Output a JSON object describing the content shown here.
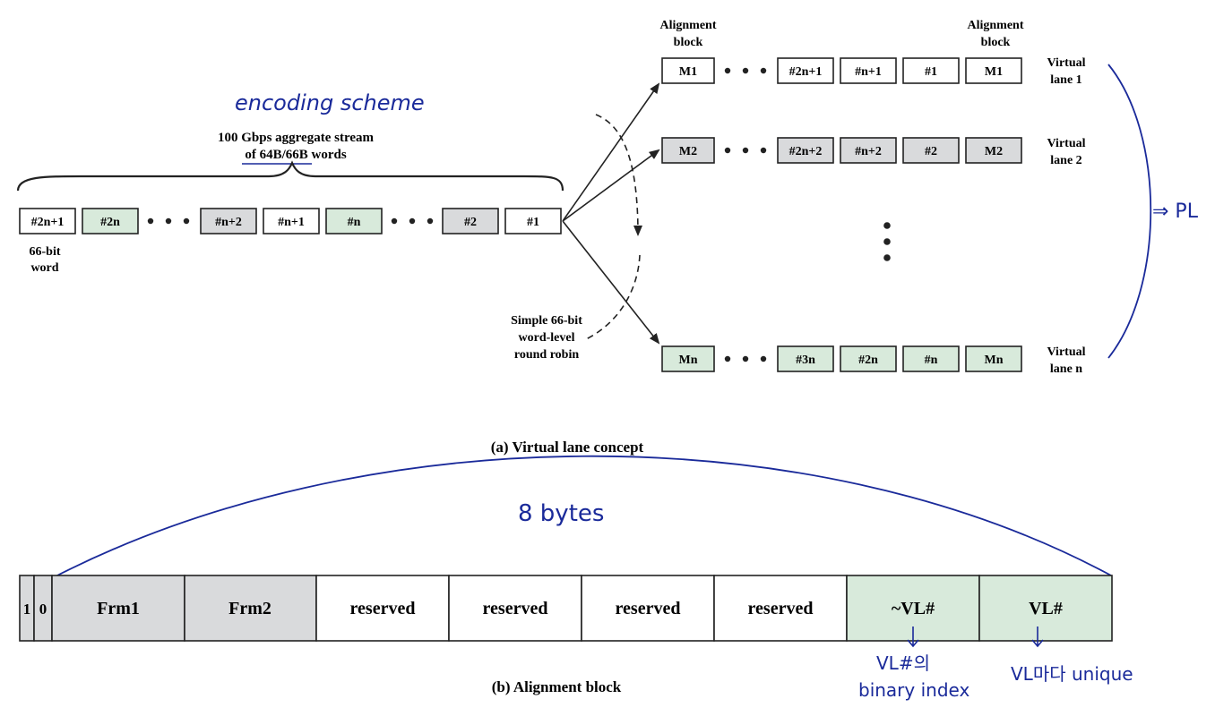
{
  "panel_a": {
    "caption": "(a) Virtual lane concept",
    "stream_label_line1": "100 Gbps aggregate stream",
    "stream_label_line2_pre": "of ",
    "stream_label_line2_enc": "64B/66B",
    "stream_label_line2_post": " words",
    "word_label_line1": "66-bit",
    "word_label_line2": "word",
    "round_robin_line1": "Simple 66-bit",
    "round_robin_line2": "word-level",
    "round_robin_line3": "round robin",
    "alignment_block_left_1": "Alignment",
    "alignment_block_left_2": "block",
    "alignment_block_right_1": "Alignment",
    "alignment_block_right_2": "block",
    "stream_words": [
      {
        "label": "#2n+1",
        "fill": "white"
      },
      {
        "label": "#2n",
        "fill": "green"
      },
      {
        "label": "#n+2",
        "fill": "gray"
      },
      {
        "label": "#n+1",
        "fill": "white"
      },
      {
        "label": "#n",
        "fill": "green"
      },
      {
        "label": "#2",
        "fill": "gray"
      },
      {
        "label": "#1",
        "fill": "white"
      }
    ],
    "lanes": [
      {
        "words": [
          "M1",
          "#2n+1",
          "#n+1",
          "#1",
          "M1"
        ],
        "fill": "white",
        "label1": "Virtual",
        "label2": "lane 1"
      },
      {
        "words": [
          "M2",
          "#2n+2",
          "#n+2",
          "#2",
          "M2"
        ],
        "fill": "gray",
        "label1": "Virtual",
        "label2": "lane 2"
      },
      {
        "words": [
          "Mn",
          "#3n",
          "#2n",
          "#n",
          "Mn"
        ],
        "fill": "green",
        "label1": "Virtual",
        "label2": "lane n"
      }
    ]
  },
  "panel_b": {
    "caption": "(b) Alignment block",
    "fields": [
      {
        "label": "1",
        "fill": "gray"
      },
      {
        "label": "0",
        "fill": "gray"
      },
      {
        "label": "Frm1",
        "fill": "gray"
      },
      {
        "label": "Frm2",
        "fill": "gray"
      },
      {
        "label": "reserved",
        "fill": "white"
      },
      {
        "label": "reserved",
        "fill": "white"
      },
      {
        "label": "reserved",
        "fill": "white"
      },
      {
        "label": "reserved",
        "fill": "white"
      },
      {
        "label": "~VL#",
        "fill": "green"
      },
      {
        "label": "VL#",
        "fill": "green"
      }
    ]
  },
  "annotations": {
    "encoding": "encoding scheme",
    "pl": "⇒ PL",
    "bytes": "8 bytes",
    "vl_note_left_1": "VL#의",
    "vl_note_left_2": "binary index",
    "vl_note_right": "VL마다 unique"
  },
  "colors": {
    "gray_fill": "#d9dadc",
    "green_fill": "#d8eadb",
    "ink": "#1a2a9a"
  }
}
